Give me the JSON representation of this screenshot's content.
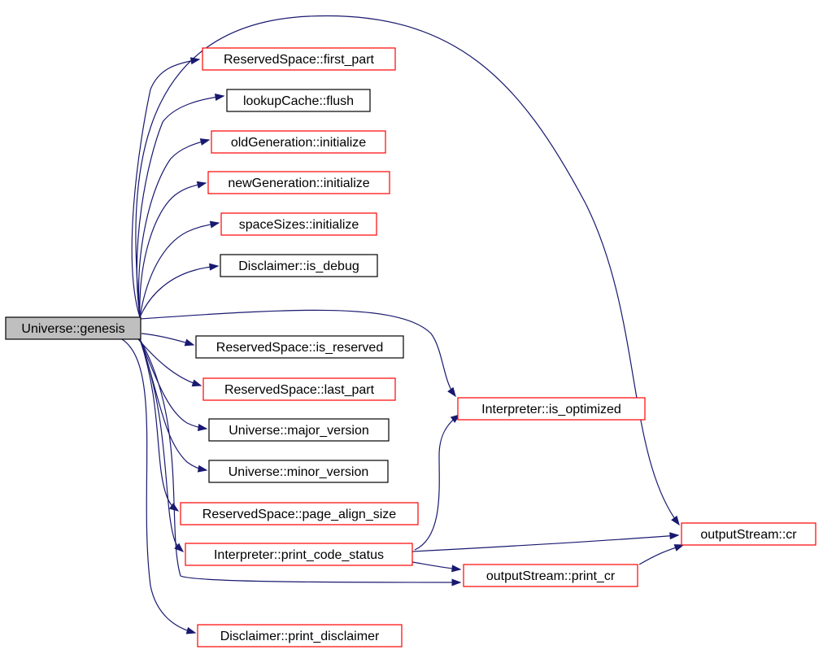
{
  "colors": {
    "edge": "#191970",
    "border_default": "#000000",
    "border_highlight": "#ff0000",
    "root_fill": "#bfbfbf",
    "node_fill": "#ffffff"
  },
  "nodes": {
    "genesis": {
      "label": "Universe::genesis",
      "border": "black",
      "root": true
    },
    "first_part": {
      "label": "ReservedSpace::first_part",
      "border": "red"
    },
    "flush": {
      "label": "lookupCache::flush",
      "border": "black"
    },
    "old_init": {
      "label": "oldGeneration::initialize",
      "border": "red"
    },
    "new_init": {
      "label": "newGeneration::initialize",
      "border": "red"
    },
    "space_init": {
      "label": "spaceSizes::initialize",
      "border": "red"
    },
    "is_debug": {
      "label": "Disclaimer::is_debug",
      "border": "black"
    },
    "is_reserved": {
      "label": "ReservedSpace::is_reserved",
      "border": "black"
    },
    "last_part": {
      "label": "ReservedSpace::last_part",
      "border": "red"
    },
    "major": {
      "label": "Universe::major_version",
      "border": "black"
    },
    "minor": {
      "label": "Universe::minor_version",
      "border": "black"
    },
    "page_align": {
      "label": "ReservedSpace::page_align_size",
      "border": "red"
    },
    "print_code": {
      "label": "Interpreter::print_code_status",
      "border": "red"
    },
    "print_disc": {
      "label": "Disclaimer::print_disclaimer",
      "border": "red"
    },
    "is_opt": {
      "label": "Interpreter::is_optimized",
      "border": "red"
    },
    "print_cr": {
      "label": "outputStream::print_cr",
      "border": "red"
    },
    "cr": {
      "label": "outputStream::cr",
      "border": "red"
    }
  },
  "edges": [
    {
      "from": "genesis",
      "to": "first_part"
    },
    {
      "from": "genesis",
      "to": "flush"
    },
    {
      "from": "genesis",
      "to": "old_init"
    },
    {
      "from": "genesis",
      "to": "new_init"
    },
    {
      "from": "genesis",
      "to": "space_init"
    },
    {
      "from": "genesis",
      "to": "is_debug"
    },
    {
      "from": "genesis",
      "to": "is_reserved"
    },
    {
      "from": "genesis",
      "to": "last_part"
    },
    {
      "from": "genesis",
      "to": "major"
    },
    {
      "from": "genesis",
      "to": "minor"
    },
    {
      "from": "genesis",
      "to": "page_align"
    },
    {
      "from": "genesis",
      "to": "print_code"
    },
    {
      "from": "genesis",
      "to": "print_disc"
    },
    {
      "from": "genesis",
      "to": "is_opt"
    },
    {
      "from": "genesis",
      "to": "print_cr"
    },
    {
      "from": "genesis",
      "to": "cr"
    },
    {
      "from": "print_code",
      "to": "is_opt"
    },
    {
      "from": "print_code",
      "to": "cr"
    },
    {
      "from": "print_code",
      "to": "print_cr"
    },
    {
      "from": "print_cr",
      "to": "cr"
    }
  ]
}
